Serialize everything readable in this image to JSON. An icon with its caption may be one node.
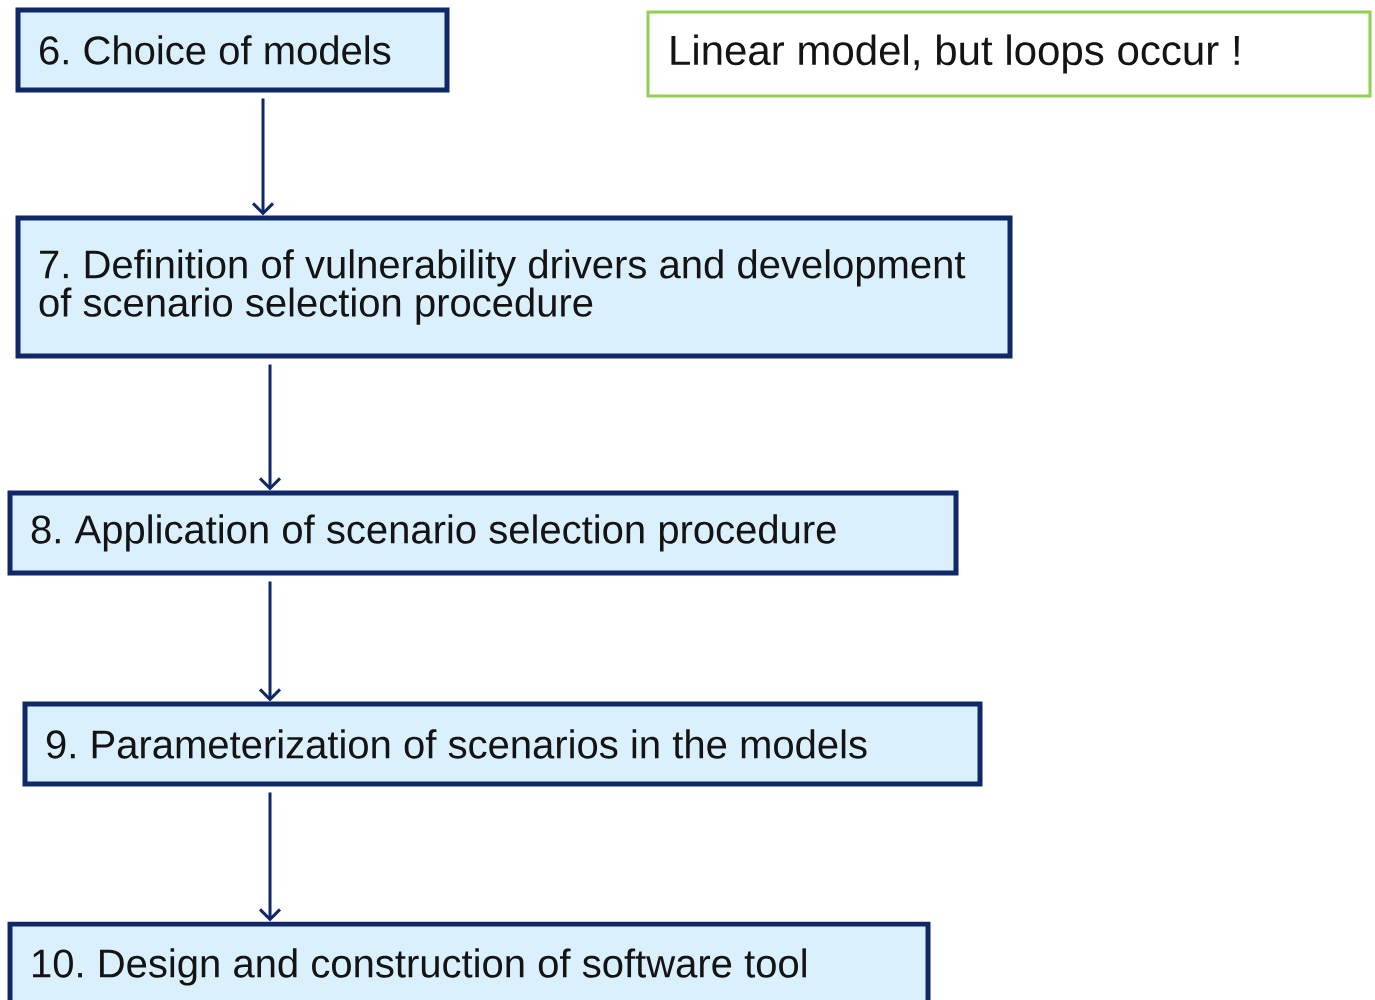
{
  "diagram": {
    "nodes": [
      {
        "text": [
          "6. Choice of models"
        ]
      },
      {
        "text": [
          "Linear model, but loops occur !"
        ]
      },
      {
        "text": [
          "7. Definition of vulnerability drivers and development of scenario selection procedure"
        ]
      },
      {
        "text": [
          "8. Application of scenario selection procedure"
        ]
      },
      {
        "text": [
          "9. Parameterization of scenarios in the models"
        ]
      },
      {
        "text": [
          "10. Design and construction of software tool"
        ]
      }
    ],
    "edges": [
      {
        "from": 0,
        "to": 2,
        "arrow": "to"
      },
      {
        "from": 2,
        "to": 3,
        "arrow": "to"
      },
      {
        "from": 3,
        "to": 4,
        "arrow": "to"
      },
      {
        "from": 4,
        "to": 5,
        "arrow": "to"
      }
    ]
  }
}
